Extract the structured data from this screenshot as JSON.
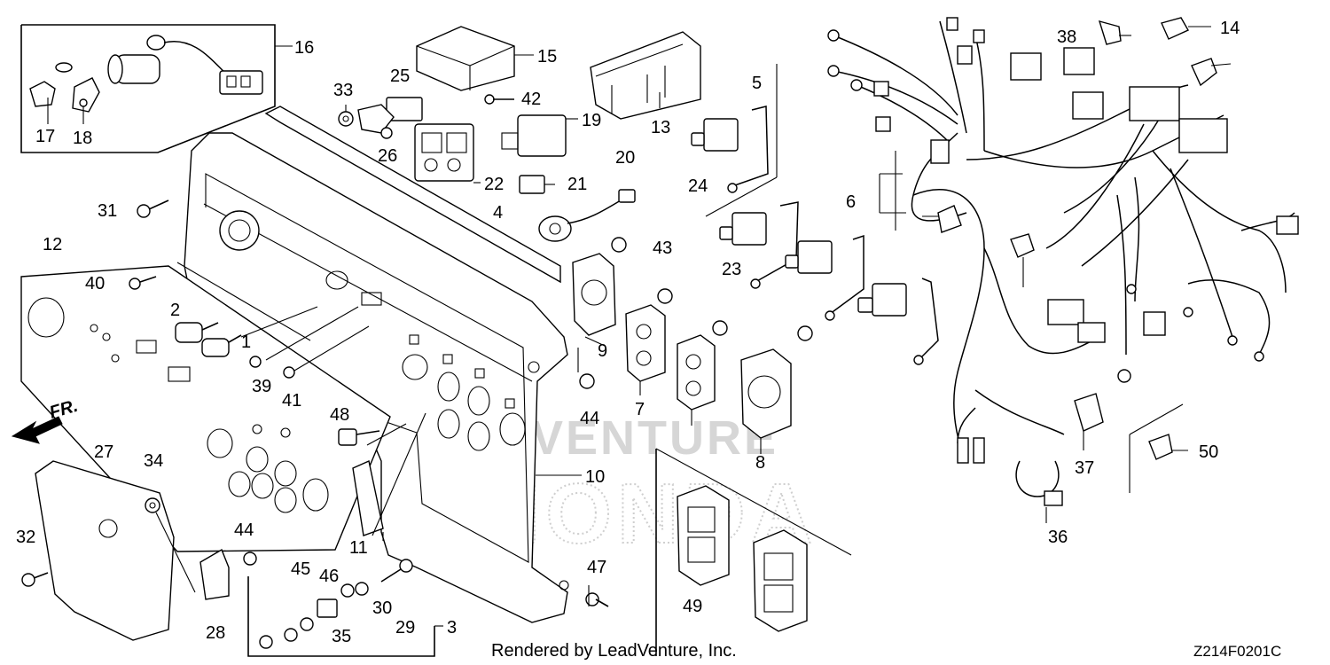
{
  "diagram": {
    "front_indicator": "FR.",
    "watermark_brand": "LEADVENTURE",
    "watermark_logo": "HONDA",
    "footer_credit": "Rendered by LeadVenture, Inc.",
    "figure_code": "Z214F0201C",
    "callouts": [
      "16",
      "15",
      "33",
      "25",
      "42",
      "19",
      "13",
      "5",
      "17",
      "18",
      "26",
      "22",
      "21",
      "24",
      "20",
      "31",
      "4",
      "12",
      "40",
      "43",
      "9",
      "23",
      "2",
      "1",
      "39",
      "41",
      "7",
      "48",
      "44",
      "8",
      "38",
      "14",
      "6",
      "37",
      "50",
      "10",
      "36",
      "27",
      "34",
      "32",
      "11",
      "28",
      "44",
      "45",
      "46",
      "30",
      "35",
      "29",
      "3",
      "47",
      "49"
    ]
  }
}
